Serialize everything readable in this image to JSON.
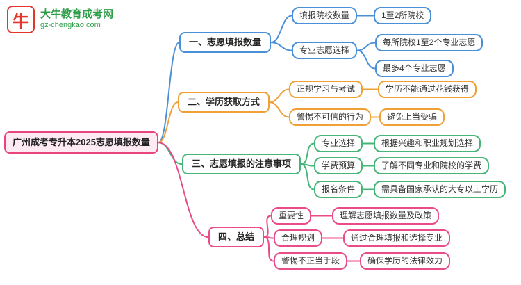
{
  "logo": {
    "title": "大牛教育成考网",
    "url": "gz-chengkao.com",
    "icon_glyph": "牛"
  },
  "root": {
    "label": "广州成考专升本2025志愿填报数量"
  },
  "colors": {
    "branch1_blue": "#4a90d9",
    "branch2_orange": "#efa036",
    "branch3_green": "#45b578",
    "branch4_pink": "#ea4c89",
    "root_pink": "#e8457e",
    "logo_green": "#2f9e49",
    "logo_red": "#e2382c"
  },
  "branches": [
    {
      "label": "一、志愿填报数量",
      "children": [
        {
          "label": "填报院校数量",
          "children": [
            {
              "label": "1至2所院校"
            }
          ]
        },
        {
          "label": "专业志愿选择",
          "children": [
            {
              "label": "每所院校1至2个专业志愿"
            },
            {
              "label": "最多4个专业志愿"
            }
          ]
        }
      ]
    },
    {
      "label": "二、学历获取方式",
      "children": [
        {
          "label": "正规学习与考试",
          "children": [
            {
              "label": "学历不能通过花钱获得"
            }
          ]
        },
        {
          "label": "警惕不可信的行为",
          "children": [
            {
              "label": "避免上当受骗"
            }
          ]
        }
      ]
    },
    {
      "label": "三、志愿填报的注意事项",
      "children": [
        {
          "label": "专业选择",
          "children": [
            {
              "label": "根据兴趣和职业规划选择"
            }
          ]
        },
        {
          "label": "学费预算",
          "children": [
            {
              "label": "了解不同专业和院校的学费"
            }
          ]
        },
        {
          "label": "报名条件",
          "children": [
            {
              "label": "需具备国家承认的大专以上学历"
            }
          ]
        }
      ]
    },
    {
      "label": "四、总结",
      "children": [
        {
          "label": "重要性",
          "children": [
            {
              "label": "理解志愿填报数量及政策"
            }
          ]
        },
        {
          "label": "合理规划",
          "children": [
            {
              "label": "通过合理填报和选择专业"
            }
          ]
        },
        {
          "label": "警惕不正当手段",
          "children": [
            {
              "label": "确保学历的法律效力"
            }
          ]
        }
      ]
    }
  ]
}
